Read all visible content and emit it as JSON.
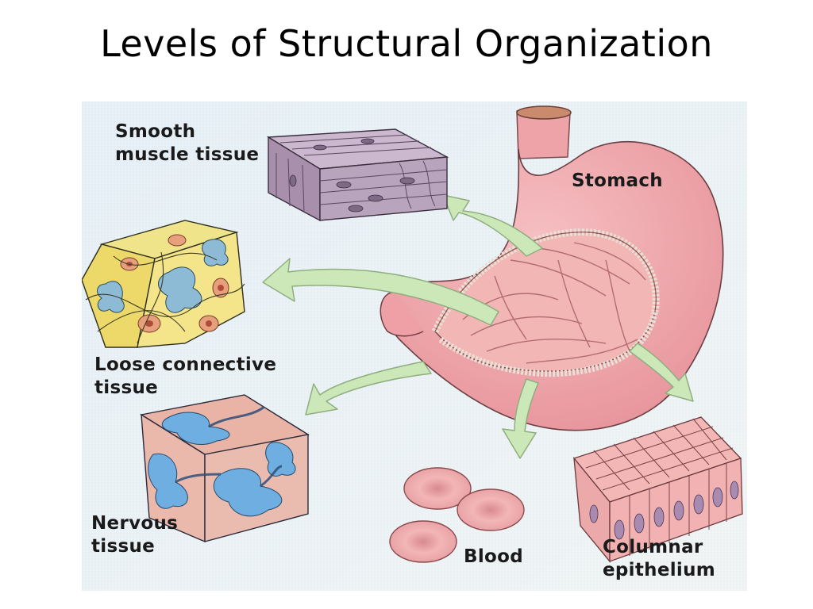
{
  "slide": {
    "title": "Levels of Structural Organization"
  },
  "diagram": {
    "labels": {
      "smooth_muscle": "Smooth\nmuscle tissue",
      "stomach": "Stomach",
      "loose_connective": "Loose connective\ntissue",
      "nervous": "Nervous\ntissue",
      "blood": "Blood",
      "columnar": "Columnar\nepithelium"
    },
    "colors": {
      "background": "#e8f1f7",
      "stomach": "#f0a9ad",
      "stomach_dark": "#d77f86",
      "arrow": "#c8e6b4",
      "smooth_muscle": "#b8a3bd",
      "connective_yellow": "#f2e37a",
      "nervous_blue": "#78b4e0",
      "blood": "#e9a0a3",
      "epithelium": "#f3b4b4"
    }
  }
}
